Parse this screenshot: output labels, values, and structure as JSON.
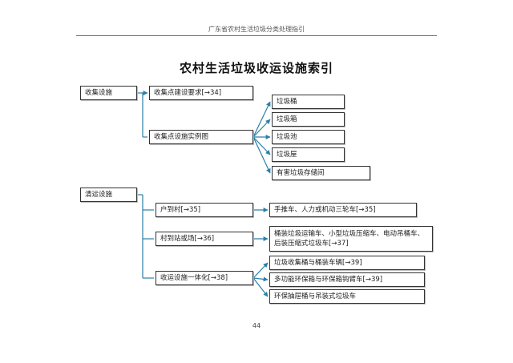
{
  "header": "广东省农村生活垃圾分类处理指引",
  "title": "农村生活垃圾收运设施索引",
  "collection": {
    "category": "收集设施",
    "requirements": "收集点建设要求[→34]",
    "examples_label": "收集点设施实例图",
    "examples": [
      "垃圾桶",
      "垃圾箱",
      "垃圾池",
      "垃圾屋",
      "有害垃圾存储间"
    ]
  },
  "transport": {
    "category": "清运设施",
    "household_to_village": "户到村[→35]",
    "household_vehicles": "手推车、人力或机动三轮车[→35]",
    "village_to_station": "村到站或场[→36]",
    "station_vehicles": "桶装垃圾运输车、小型垃圾压缩车、电动吊桶车、后装压缩式垃圾车[→37]",
    "integrated": "收运设施一体化[→38]",
    "integrated_items": [
      "垃圾收集桶与桶装车辆[→39]",
      "多功能环保箱与环保箱钩臂车[→39]",
      "环保抽屉桶与吊装式垃圾车"
    ]
  },
  "page_number": "44"
}
